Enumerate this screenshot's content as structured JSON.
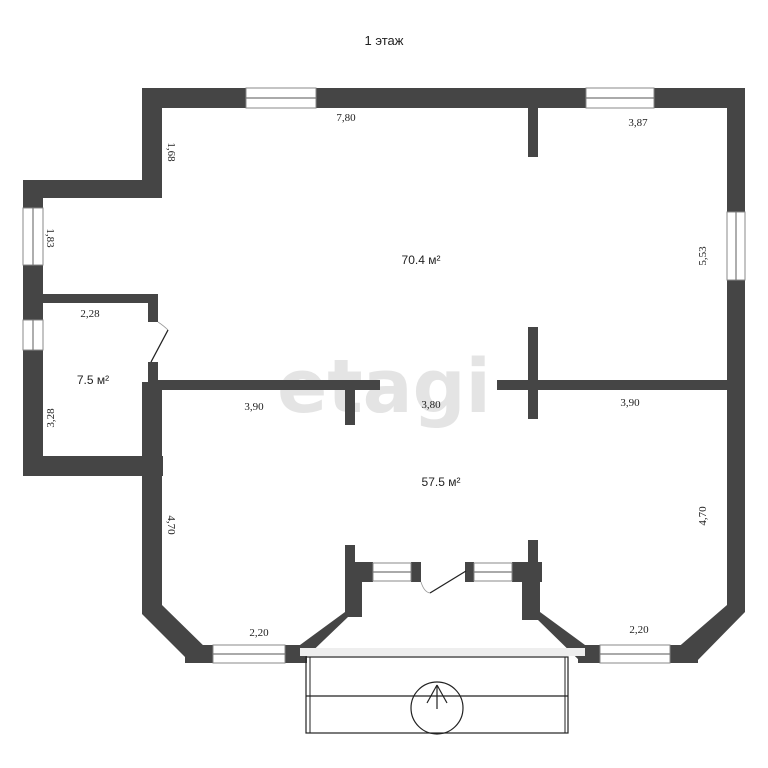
{
  "plan": {
    "title": "1 этаж",
    "watermark": "etagi",
    "rooms": [
      {
        "id": "living",
        "area_label": "70.4 м²"
      },
      {
        "id": "hall",
        "area_label": "57.5 м²"
      },
      {
        "id": "small-room",
        "area_label": "7.5 м²"
      }
    ],
    "dimensions": {
      "top_left_wall": "7,80",
      "top_right_wall": "3,87",
      "left_upper_short": "1,68",
      "left_window": "1,83",
      "right_upper": "5,53",
      "small_room_top": "2,28",
      "small_room_left": "3,28",
      "mid_left": "3,90",
      "mid_center": "3,80",
      "mid_right": "3,90",
      "lower_left": "4,70",
      "lower_right": "4,70",
      "bottom_left_window": "2,20",
      "bottom_right_window": "2,20"
    },
    "colors": {
      "wall": "#454545",
      "background": "#ffffff",
      "watermark": "#d8d8d8"
    },
    "icons": {
      "entrance": "arrow-up-in-circle"
    }
  }
}
